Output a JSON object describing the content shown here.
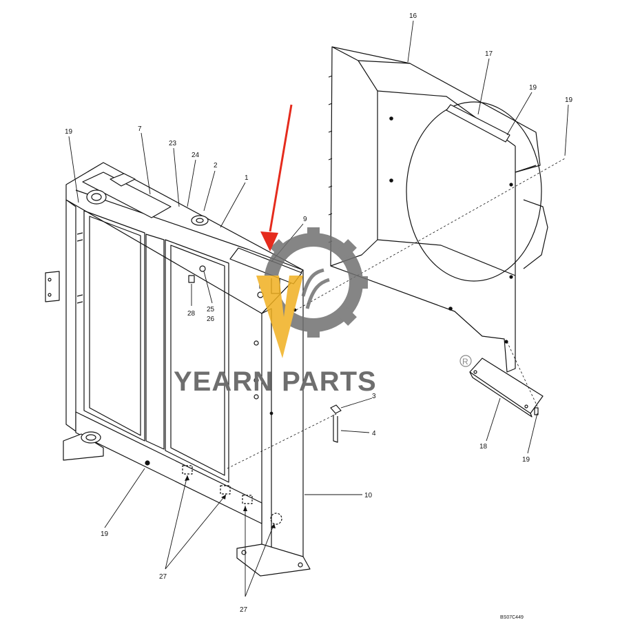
{
  "diagram": {
    "part_labels": {
      "p16": "16",
      "p17": "17",
      "p19_top": "19",
      "p19_right": "19",
      "p19_left": "19",
      "p7": "7",
      "p23": "23",
      "p24": "24",
      "p2": "2",
      "p1": "1",
      "p9": "9",
      "p28": "28",
      "p25": "25",
      "p26": "26",
      "p3": "3",
      "p4": "4",
      "p18": "18",
      "p19_br": "19",
      "p10": "10",
      "p19_bottom": "19",
      "p27_a": "27",
      "p27_b": "27"
    },
    "drawing_code": "BS07C449"
  },
  "watermark": {
    "brand": "YEARN PARTS",
    "registered": "R",
    "brand_color": "#6e6e6e",
    "accent_color": "#f0b020"
  },
  "arrow": {
    "color": "#e52b1d"
  }
}
